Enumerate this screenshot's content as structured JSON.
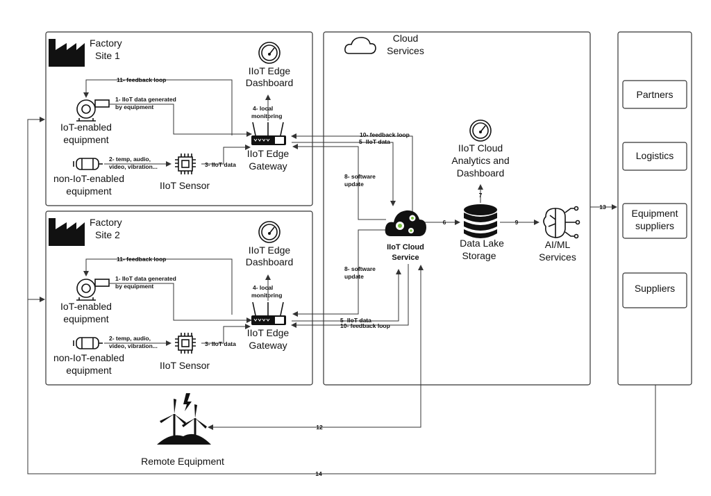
{
  "site1": {
    "title": [
      "Factory",
      "Site 1"
    ],
    "dashboard": [
      "IIoT Edge",
      "Dashboard"
    ],
    "iot_equipment": [
      "IoT-enabled",
      "equipment"
    ],
    "noniot_equipment": [
      "non-IoT-enabled",
      "equipment"
    ],
    "sensor": "IIoT Sensor",
    "gateway": [
      "IIoT Edge",
      "Gateway"
    ],
    "feedback": "11- feedback loop",
    "data_generated": [
      "1- IIoT data generated",
      "by equipment"
    ],
    "temp": [
      "2- temp, audio,",
      "video, vibration..."
    ],
    "sensor_data": "3- IIoT data",
    "local_monitoring": [
      "4- local",
      "monitoring"
    ]
  },
  "site2": {
    "title": [
      "Factory",
      "Site 2"
    ],
    "dashboard": [
      "IIoT Edge",
      "Dashboard"
    ],
    "iot_equipment": [
      "IoT-enabled",
      "equipment"
    ],
    "noniot_equipment": [
      "non-IoT-enabled",
      "equipment"
    ],
    "sensor": "IIoT Sensor",
    "gateway": [
      "IIoT Edge",
      "Gateway"
    ],
    "feedback": "11- feedback loop",
    "data_generated": [
      "1- IIoT data generated",
      "by equipment"
    ],
    "temp": [
      "2- temp, audio,",
      "video, vibration..."
    ],
    "sensor_data": "3- IIoT data",
    "local_monitoring": [
      "4- local",
      "monitoring"
    ]
  },
  "cloud": {
    "title": [
      "Cloud",
      "Services"
    ],
    "analytics": [
      "IIoT Cloud",
      "Analytics and",
      "Dashboard"
    ],
    "service": [
      "IIoT Cloud",
      "Service"
    ],
    "data_lake": [
      "Data Lake",
      "Storage"
    ],
    "aiml": [
      "AI/ML",
      "Services"
    ]
  },
  "links": {
    "l5_top": "5- IIoT data",
    "l10_top": "10- feedback loop",
    "l8_top": [
      "8- software",
      "update"
    ],
    "l8_bot": [
      "8- software",
      "update"
    ],
    "l5_bot": "5- IIoT data",
    "l10_bot": "10- feedback loop",
    "l6": "6",
    "l7": "7",
    "l9": "9",
    "l12": "12",
    "l13": "13",
    "l14": "14"
  },
  "partners_panel": {
    "items": [
      [
        "Partners"
      ],
      [
        "Logistics"
      ],
      [
        "Equipment",
        "suppliers"
      ],
      [
        "Suppliers"
      ]
    ]
  },
  "remote": "Remote Equipment"
}
